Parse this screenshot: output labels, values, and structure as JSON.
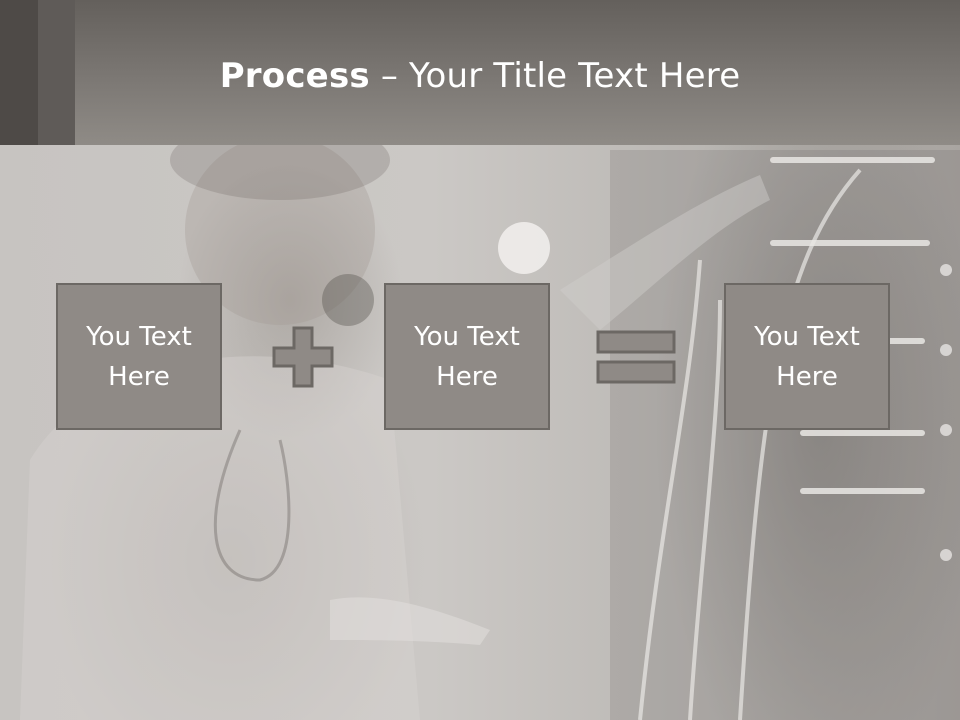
{
  "slide": {
    "title_bold": "Process",
    "title_rest": " – Your Title Text Here"
  },
  "boxes": [
    {
      "text": "You Text\nHere"
    },
    {
      "text": "You Text\nHere"
    },
    {
      "text": "You Text\nHere"
    }
  ],
  "operators": {
    "plus_icon": "plus-icon",
    "equals_icon": "equals-icon"
  },
  "colors": {
    "header": "#7c7874",
    "box_fill": "#8f8a86",
    "box_border": "#6c6864",
    "operator_fill": "#8f8a86",
    "text": "#ffffff"
  }
}
